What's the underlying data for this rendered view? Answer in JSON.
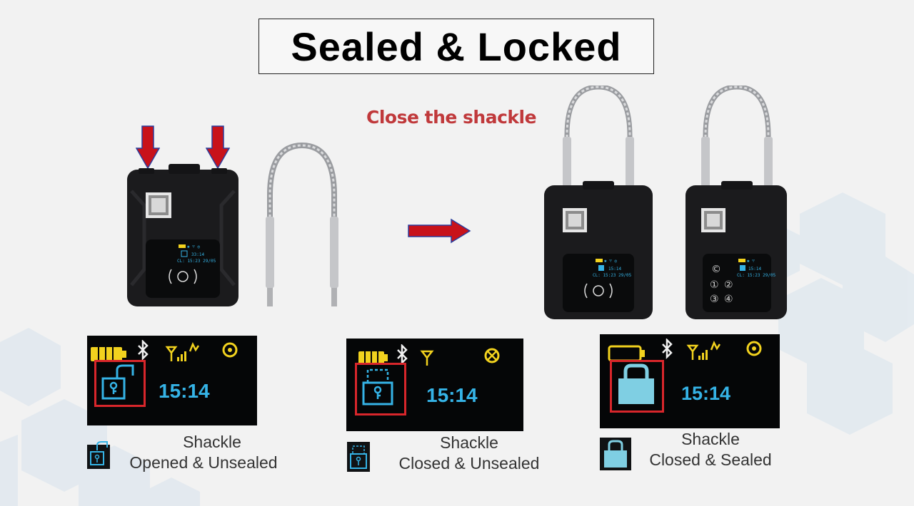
{
  "title": "Sealed & Locked",
  "subtitle": "Close the shackle",
  "colors": {
    "accent_red": "#c0393b",
    "arrow_red": "#c8121a",
    "arrow_outline": "#2a3d9c",
    "screen_blue": "#35b3e6",
    "battery_yellow": "#f2d21e",
    "highlight_box": "#d8262b"
  },
  "device_screens": {
    "opened": {
      "clock": "33:14",
      "log": "CL: 15:23  29/05"
    },
    "closed": {
      "clock": "15:14",
      "log": "CL: 15:23  29/05"
    },
    "sealed": {
      "clock": "15:14",
      "log": "CL: 15:23  29/05"
    }
  },
  "keypad_keys": [
    "©",
    "①",
    "②",
    "③",
    "④"
  ],
  "states": [
    {
      "time": "15:14",
      "caption_line1": "Shackle",
      "caption_line2": "Opened & Unsealed",
      "icon": "lock-open-unsealed-icon"
    },
    {
      "time": "15:14",
      "caption_line1": "Shackle",
      "caption_line2": "Closed & Unsealed",
      "icon": "lock-closed-unsealed-icon"
    },
    {
      "time": "15:14",
      "caption_line1": "Shackle",
      "caption_line2": "Closed & Sealed",
      "icon": "lock-closed-sealed-icon"
    }
  ]
}
